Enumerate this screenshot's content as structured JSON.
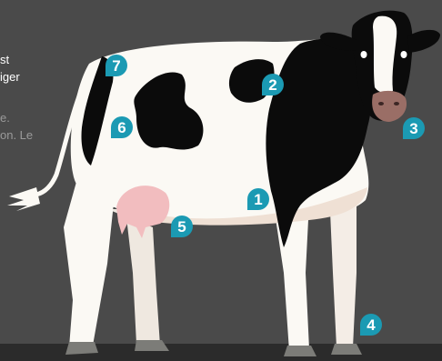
{
  "side_text": {
    "lines": [
      "st",
      "iger"
    ],
    "dim_lines": [
      "e.",
      "on. Le"
    ]
  },
  "markers": [
    {
      "number": "1"
    },
    {
      "number": "2"
    },
    {
      "number": "3"
    },
    {
      "number": "4"
    },
    {
      "number": "5"
    },
    {
      "number": "6"
    },
    {
      "number": "7"
    }
  ],
  "colors": {
    "background": "#4a4a4a",
    "ground": "#2b2b2b",
    "cow_white": "#fbf9f4",
    "cow_shadow": "#efe0d4",
    "cow_black": "#0b0b0b",
    "udder": "#f2bdbf",
    "hoof": "#7c7c78",
    "marker": "#1b9ab3"
  }
}
